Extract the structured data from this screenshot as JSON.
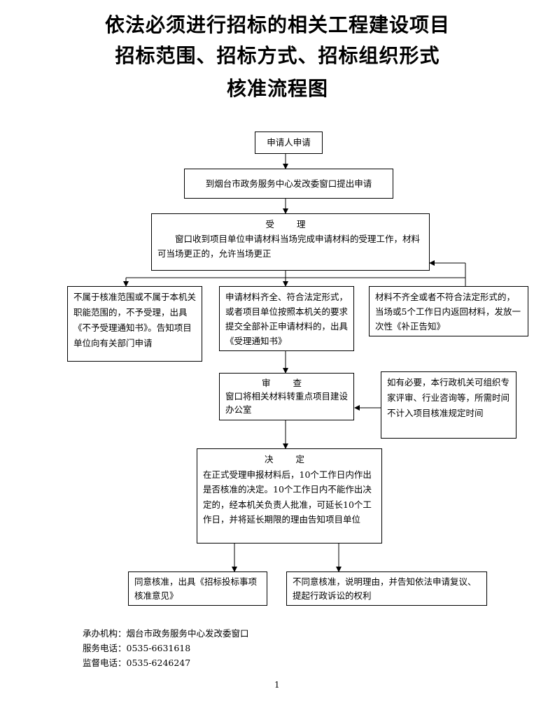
{
  "title": {
    "line1": "依法必须进行招标的相关工程建设项目",
    "line2": "招标范围、招标方式、招标组织形式",
    "line3": "核准流程图"
  },
  "steps": {
    "apply": "申请人申请",
    "submit": "到烟台市政务服务中心发改委窗口提出申请",
    "accept": {
      "heading": "受 理",
      "body": "窗口收到项目单位申请材料当场完成申请材料的受理工作，材料可当场更正的，允许当场更正"
    },
    "reject": "不属于核准范围或不属于本机关职能范围的，不予受理，出具《不予受理通知书》。告知项目单位向有关部门申请",
    "complete": "申请材料齐全、符合法定形式，或者项目单位按照本机关的要求提交全部补正申请材料的，出具《受理通知书》",
    "incomplete": "材料不齐全或者不符合法定形式的，当场或5个工作日内返回材料，发放一次性《补正告知》",
    "review": {
      "heading": "审 查",
      "body": "窗口将相关材料转重点项目建设办公室"
    },
    "expert": "如有必要，本行政机关可组织专家评审、行业咨询等，所需时间不计入项目核准规定时间",
    "decision": {
      "heading": "决 定",
      "body": "在正式受理申报材料后，10个工作日内作出是否核准的决定。10个工作日内不能作出决定的，经本机关负责人批准，可延长10个工作日，并将延长期限的理由告知项目单位"
    },
    "approve": "同意核准，出具《招标投标事项核准意见》",
    "deny": "不同意核准，说明理由，并告知依法申请复议、提起行政诉讼的权利"
  },
  "footer": {
    "agency": "承办机构：烟台市政务服务中心发改委窗口",
    "service_phone": "服务电话：0535-6631618",
    "supervise_phone": "监督电话：0535-6246247"
  },
  "page_number": "1"
}
